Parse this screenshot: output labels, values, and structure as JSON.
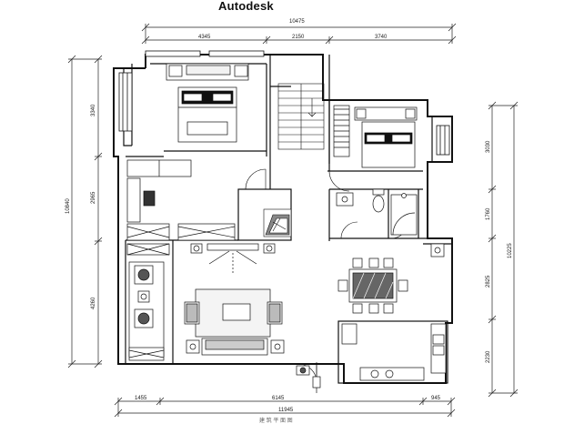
{
  "app": {
    "title": "Autodesk",
    "caption": "建 筑 平 面 图"
  },
  "dimensions": {
    "top_total": "10475",
    "top_left": "4345",
    "top_mid": "2150",
    "top_right": "3740",
    "left_total": "10840",
    "left_upper": "3340",
    "left_mid": "2965",
    "left_lower": "4260",
    "right_total": "10225",
    "right_a": "3030",
    "right_b": "1760",
    "right_c": "2825",
    "right_d": "2230",
    "bottom_left": "1455",
    "bottom_mid": "6145",
    "bottom_right": "945",
    "bottom_total": "11945"
  },
  "colors": {
    "line": "#1a1a1a",
    "wall": "#111111",
    "dim": "#222222"
  }
}
